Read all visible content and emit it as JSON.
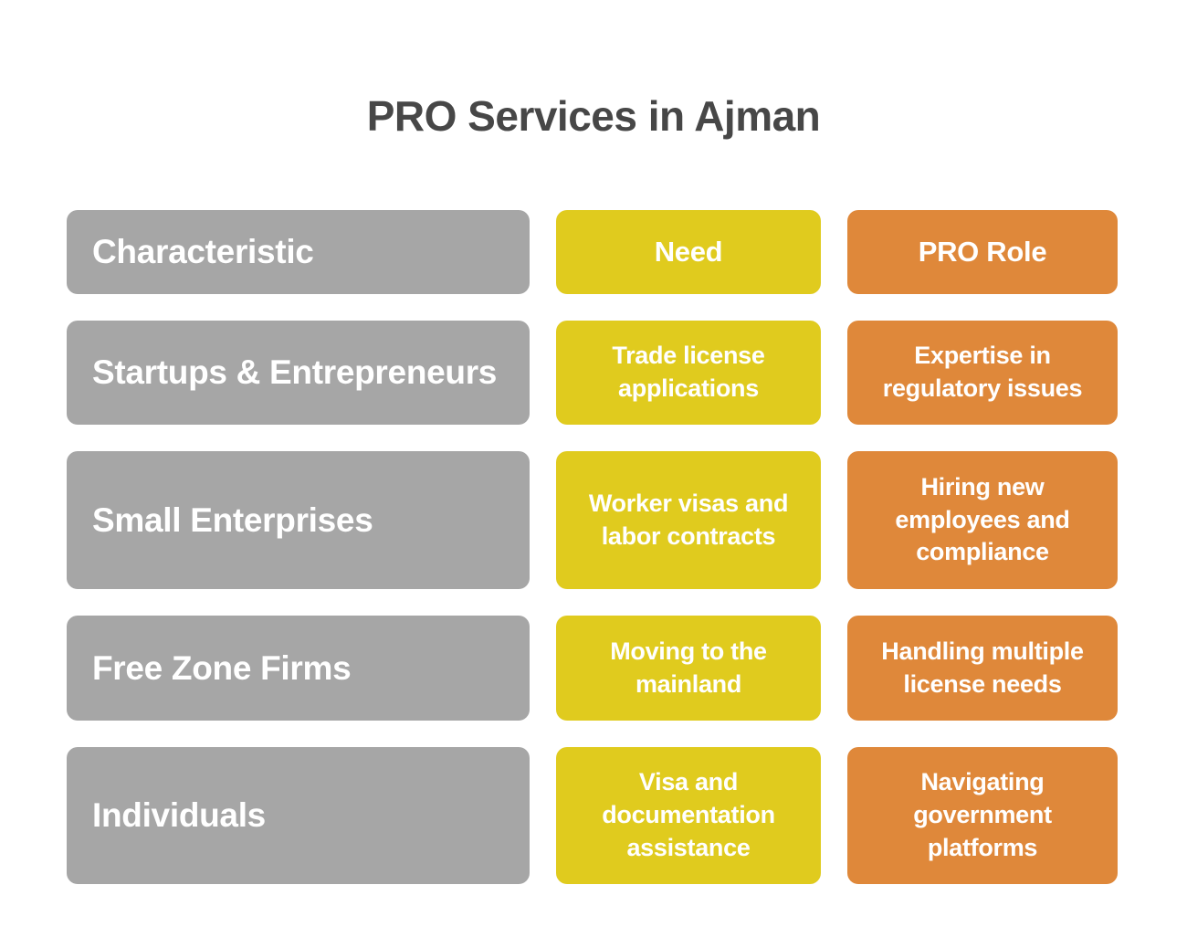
{
  "title": "PRO Services in Ajman",
  "colors": {
    "background": "#FFFFFF",
    "characteristic": "#A6A6A6",
    "need": "#E0CB1E",
    "pro_role": "#DF883A",
    "title_text": "#474747",
    "cell_text": "#FFFFFF"
  },
  "table": {
    "columns": [
      {
        "key": "characteristic",
        "label": "Characteristic",
        "align": "left"
      },
      {
        "key": "need",
        "label": "Need",
        "align": "center"
      },
      {
        "key": "pro_role",
        "label": "PRO Role",
        "align": "center"
      }
    ],
    "rows": [
      {
        "characteristic": "Startups & Entrepreneurs",
        "need": "Trade license applications",
        "pro_role": "Expertise in regulatory issues"
      },
      {
        "characteristic": "Small Enterprises",
        "need": "Worker visas and labor contracts",
        "pro_role": "Hiring new employees and compliance"
      },
      {
        "characteristic": "Free Zone Firms",
        "need": "Moving to the mainland",
        "pro_role": "Handling multiple license needs"
      },
      {
        "characteristic": "Individuals",
        "need": "Visa and documentation assistance",
        "pro_role": "Navigating government platforms"
      }
    ]
  }
}
